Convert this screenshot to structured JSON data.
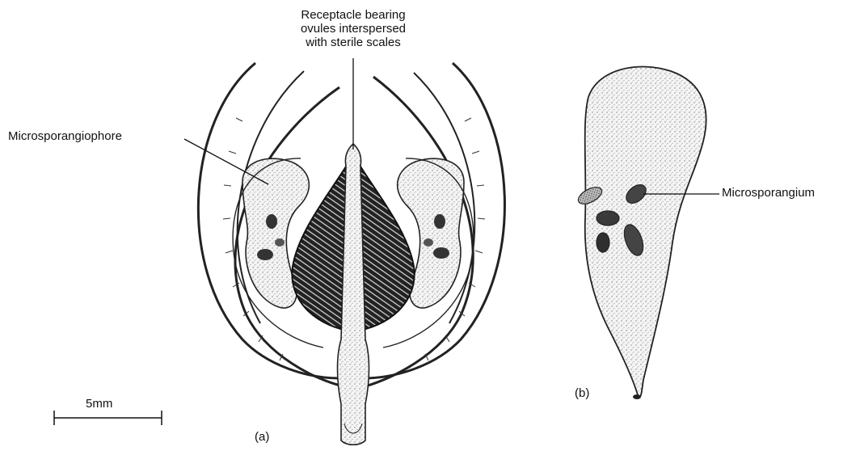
{
  "labels": {
    "receptacle": [
      "Receptacle bearing",
      "ovules interspersed",
      "with sterile scales"
    ],
    "microsporangiophore": "Microsporangiophore",
    "microsporangium": "Microsporangium",
    "panel_a": "(a)",
    "panel_b": "(b)",
    "scale_bar": "5mm"
  },
  "colors": {
    "ink": "#111111",
    "stipple_light": "#d9d9d9",
    "stipple_dark": "#2a2a2a",
    "background": "#ffffff"
  }
}
